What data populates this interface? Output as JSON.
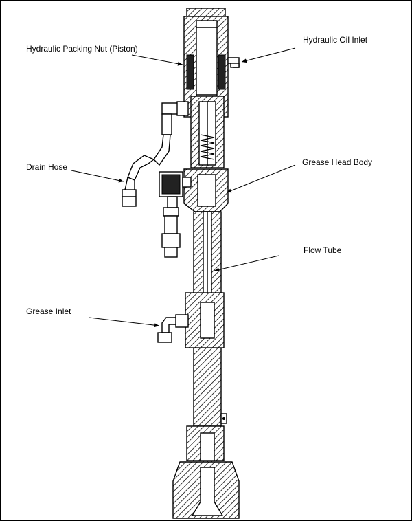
{
  "labels": {
    "hydraulic_packing_nut": "Hydraulic Packing Nut (Piston)",
    "hydraulic_oil_inlet": "Hydraulic Oil Inlet",
    "drain_hose": "Drain Hose",
    "grease_head_body": "Grease Head Body",
    "flow_tube": "Flow Tube",
    "grease_inlet": "Grease Inlet"
  }
}
